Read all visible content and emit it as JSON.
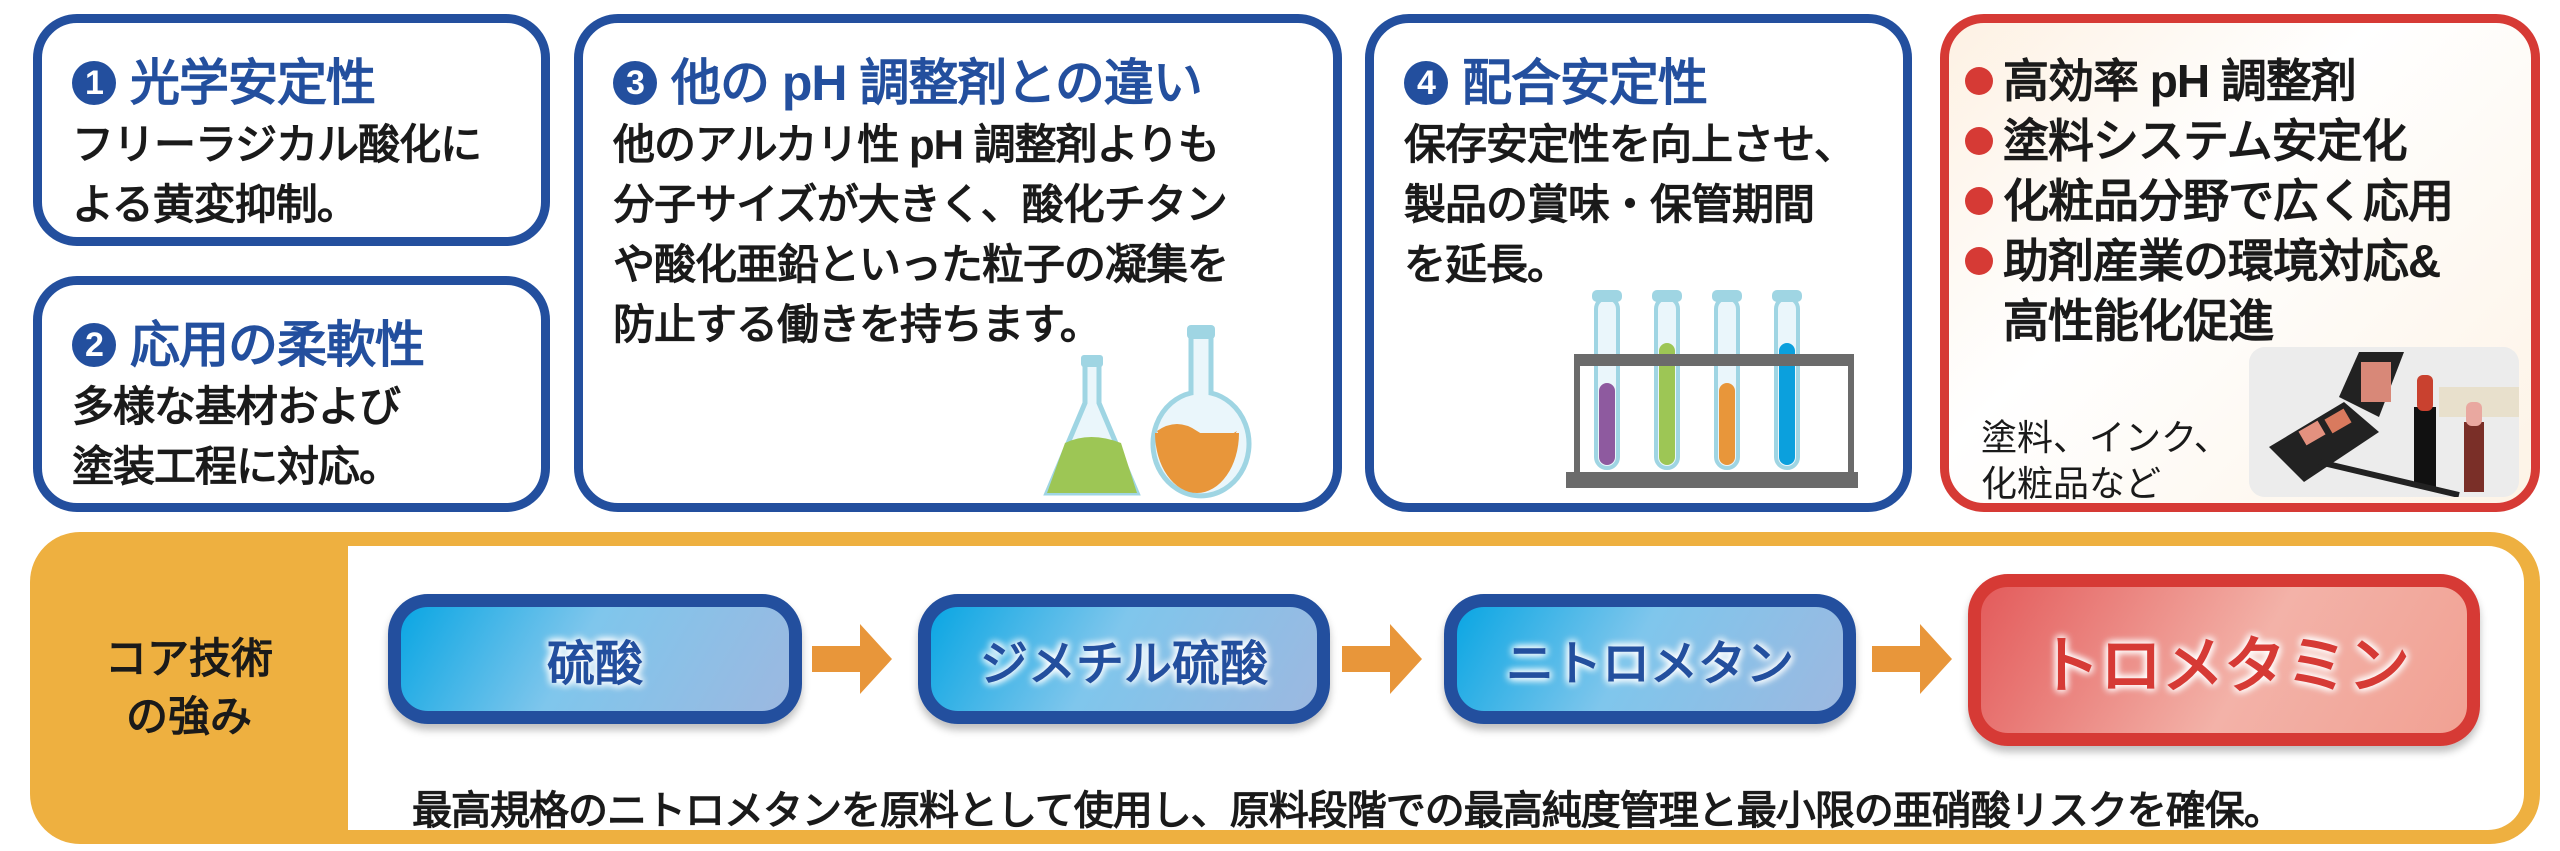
{
  "cards": [
    {
      "number": "1",
      "title": "光学安定性",
      "body": [
        "フリーラジカル酸化に",
        "よる黄変抑制。"
      ]
    },
    {
      "number": "2",
      "title": "応用の柔軟性",
      "body": [
        "多様な基材および",
        "塗装工程に対応。"
      ]
    },
    {
      "number": "3",
      "title": "他の pH 調整剤との違い",
      "body": [
        "他のアルカリ性 pH 調整剤よりも",
        "分子サイズが大きく、酸化チタン",
        "や酸化亜鉛といった粒子の凝集を",
        "防止する働きを持ちます。"
      ]
    },
    {
      "number": "4",
      "title": "配合安定性",
      "body": [
        "保存安定性を向上させ、",
        "製品の賞味・保管期間",
        "を延長。"
      ]
    }
  ],
  "highlights": {
    "items": [
      "高効率 pH 調整剤",
      "塗料システム安定化",
      "化粧品分野で広く応用",
      "助剤産業の環境対応&",
      "高性能化促進"
    ],
    "caption": [
      "塗料、インク、",
      "化粧品など"
    ]
  },
  "core": {
    "label": [
      "コア技術",
      "の強み"
    ],
    "steps": [
      "硫酸",
      "ジメチル硫酸",
      "ニトロメタン",
      "トロメタミン"
    ],
    "sentence": "最高規格のニトロメタンを原料として使用し、原料段階での最高純度管理と最小限の亜硝酸リスクを確保。"
  },
  "colors": {
    "blue": "#234f9e",
    "red": "#d63a35",
    "orange": "#eeb040",
    "arrow": "#e8963a"
  }
}
